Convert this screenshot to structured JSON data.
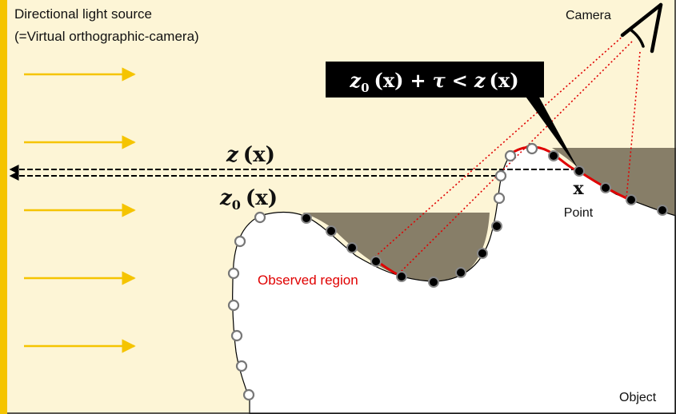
{
  "labels": {
    "light_line1": "Directional light source",
    "light_line2": "(=Virtual orthographic-camera)",
    "camera": "Camera",
    "point": "Point",
    "observed_region": "Observed region",
    "object": "Object"
  },
  "math": {
    "condition": "z0(x) + τ < z(x)",
    "z_of_x": "z(x)",
    "z0_of_x": "z0(x)",
    "x": "x",
    "z": "z",
    "z0_base": "z",
    "z0_sub": "0",
    "tau": "τ",
    "plus": "+",
    "less": "<",
    "lparen": "(",
    "rparen": ")"
  },
  "colors": {
    "background": "#fdf5d6",
    "light_bar": "#f5c400",
    "arrows": "#f5c400",
    "shadow_fill": "#877e68",
    "observed": "#e00000",
    "observed_text": "#e00000",
    "depth_lines": "#000000",
    "object_fill": "#ffffff",
    "label_box": "#000000"
  },
  "icons": {
    "camera": "camera-frustum-icon",
    "light_arrows": "arrow-right-icon"
  }
}
